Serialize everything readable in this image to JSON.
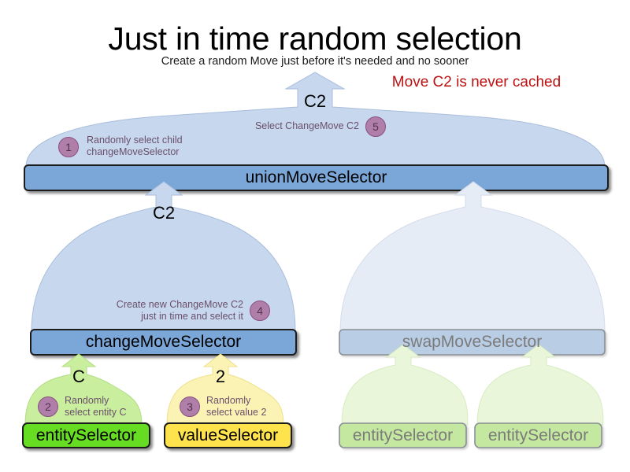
{
  "header": {
    "title": "Just in time random selection",
    "subtitle": "Create a random Move just before it's needed and no sooner",
    "warning": "Move C2 is never cached"
  },
  "colors": {
    "box_blue": "#7aa6d8",
    "cone_blue": "#c6d7ee",
    "box_green": "#66dd22",
    "cone_green": "#c9ee9e",
    "box_yellow": "#ffe34d",
    "cone_yellow": "#fbf3b4",
    "faded_box_blue": "#b9cde4",
    "faded_cone_blue": "#e6ecf6",
    "faded_box_green": "#c5e8a0",
    "faded_cone_green": "#e9f6da",
    "badge_fill": "#b07fa9",
    "badge_stroke": "#8a4f81",
    "note_text": "#6b4f6b",
    "warning_text": "#bb1111",
    "faded_text": "#7b7b7b",
    "stroke_dark": "#1b1b1b",
    "stroke_faded": "#8a8f96"
  },
  "nodes": {
    "union": {
      "label": "unionMoveSelector"
    },
    "change": {
      "label": "changeMoveSelector"
    },
    "swap": {
      "label": "swapMoveSelector"
    },
    "entity_left": {
      "label": "entitySelector"
    },
    "value_left": {
      "label": "valueSelector"
    },
    "entity_right_1": {
      "label": "entitySelector"
    },
    "entity_right_2": {
      "label": "entitySelector"
    }
  },
  "cone_labels": {
    "union_out": "C2",
    "change_out": "C2",
    "entity_out": "C",
    "value_out": "2"
  },
  "annotations": [
    {
      "number": "1",
      "lines": [
        "Randomly select child",
        "changeMoveSelector"
      ],
      "align": "left"
    },
    {
      "number": "5",
      "lines": [
        "Select ChangeMove C2"
      ],
      "align": "right"
    },
    {
      "number": "4",
      "lines": [
        "Create new ChangeMove C2",
        "just in time and select it"
      ],
      "align": "right"
    },
    {
      "number": "2",
      "lines": [
        "Randomly",
        "select entity C"
      ],
      "align": "left"
    },
    {
      "number": "3",
      "lines": [
        "Randomly",
        "select value 2"
      ],
      "align": "left"
    }
  ]
}
